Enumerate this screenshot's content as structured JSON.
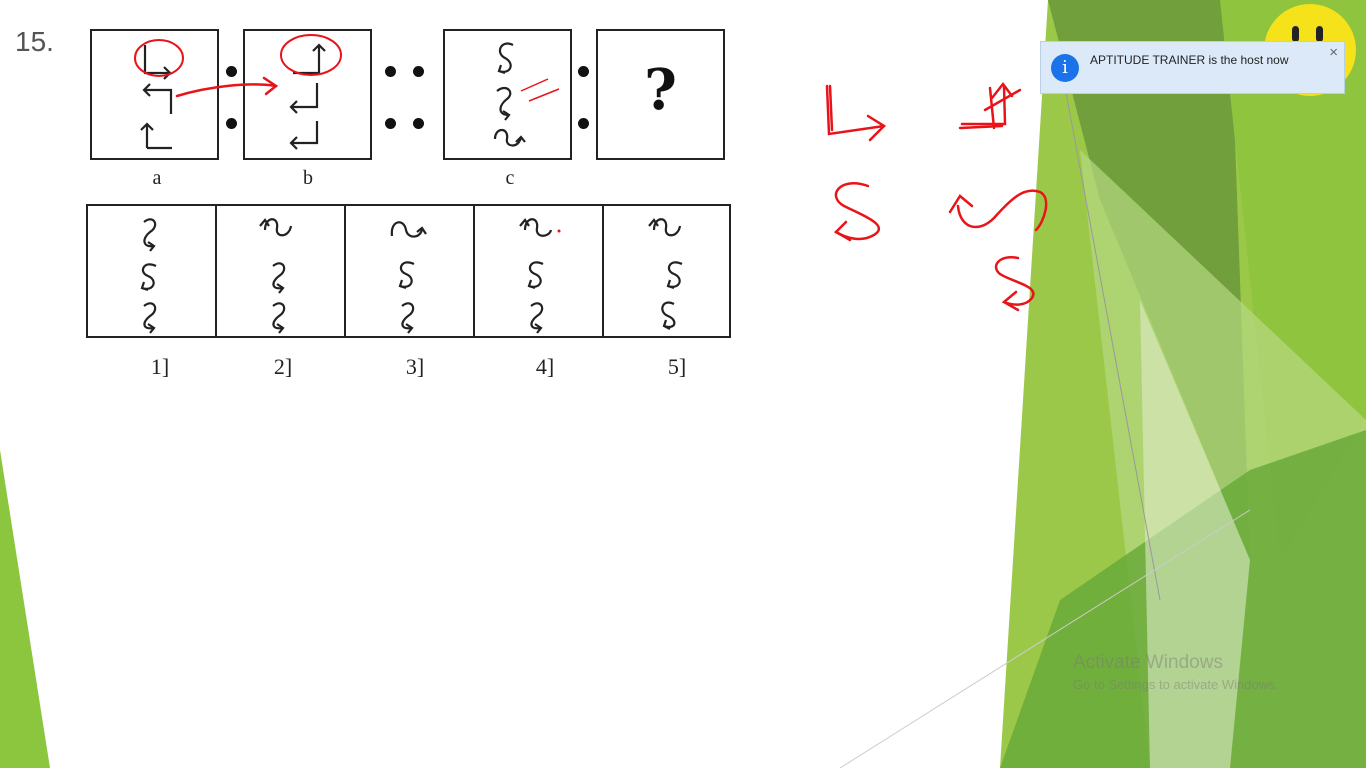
{
  "question_number": "15.",
  "problem": {
    "captions": [
      "a",
      "b",
      "c"
    ],
    "unknown_symbol": "?"
  },
  "options": {
    "labels": [
      "1]",
      "2]",
      "3]",
      "4]",
      "5]"
    ]
  },
  "notification": {
    "message": "APTITUDE TRAINER is the host now",
    "close_glyph": "×",
    "info_glyph": "i"
  },
  "watermark": {
    "title": "Activate Windows",
    "subtitle": "Go to Settings to activate Windows."
  },
  "colors": {
    "annotation": "#e8141a",
    "theme_green": "#8cc63f",
    "theme_dark_green": "#5a8e2c",
    "info_blue": "#1a73e8"
  }
}
